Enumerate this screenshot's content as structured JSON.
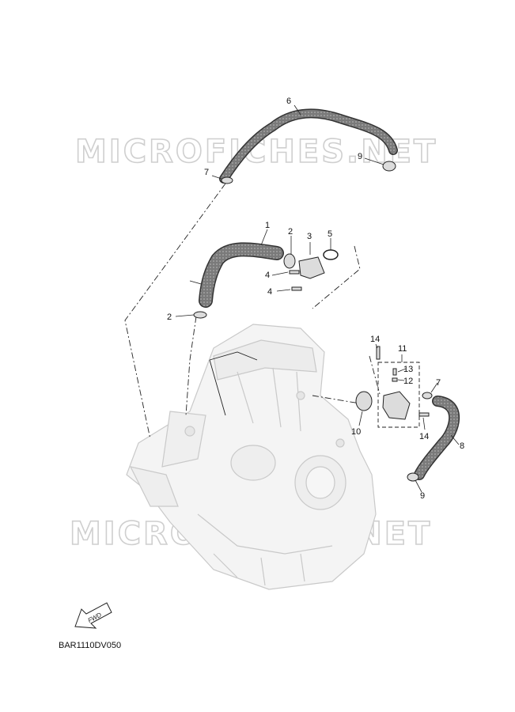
{
  "watermark": {
    "text": "MICROFICHES.NET"
  },
  "diagram_code": "BAR1110DV050",
  "fwd_label": "FWD",
  "callouts": {
    "c1": "1",
    "c2a": "2",
    "c2b": "2",
    "c3": "3",
    "c4a": "4",
    "c4b": "4",
    "c5": "5",
    "c6": "6",
    "c7a": "7",
    "c7b": "7",
    "c8": "8",
    "c9a": "9",
    "c9b": "9",
    "c10": "10",
    "c11": "11",
    "c12": "12",
    "c13": "13",
    "c14a": "14",
    "c14b": "14"
  },
  "colors": {
    "hose": "#555555",
    "engine": "#c9c9c9",
    "line": "#222222"
  }
}
